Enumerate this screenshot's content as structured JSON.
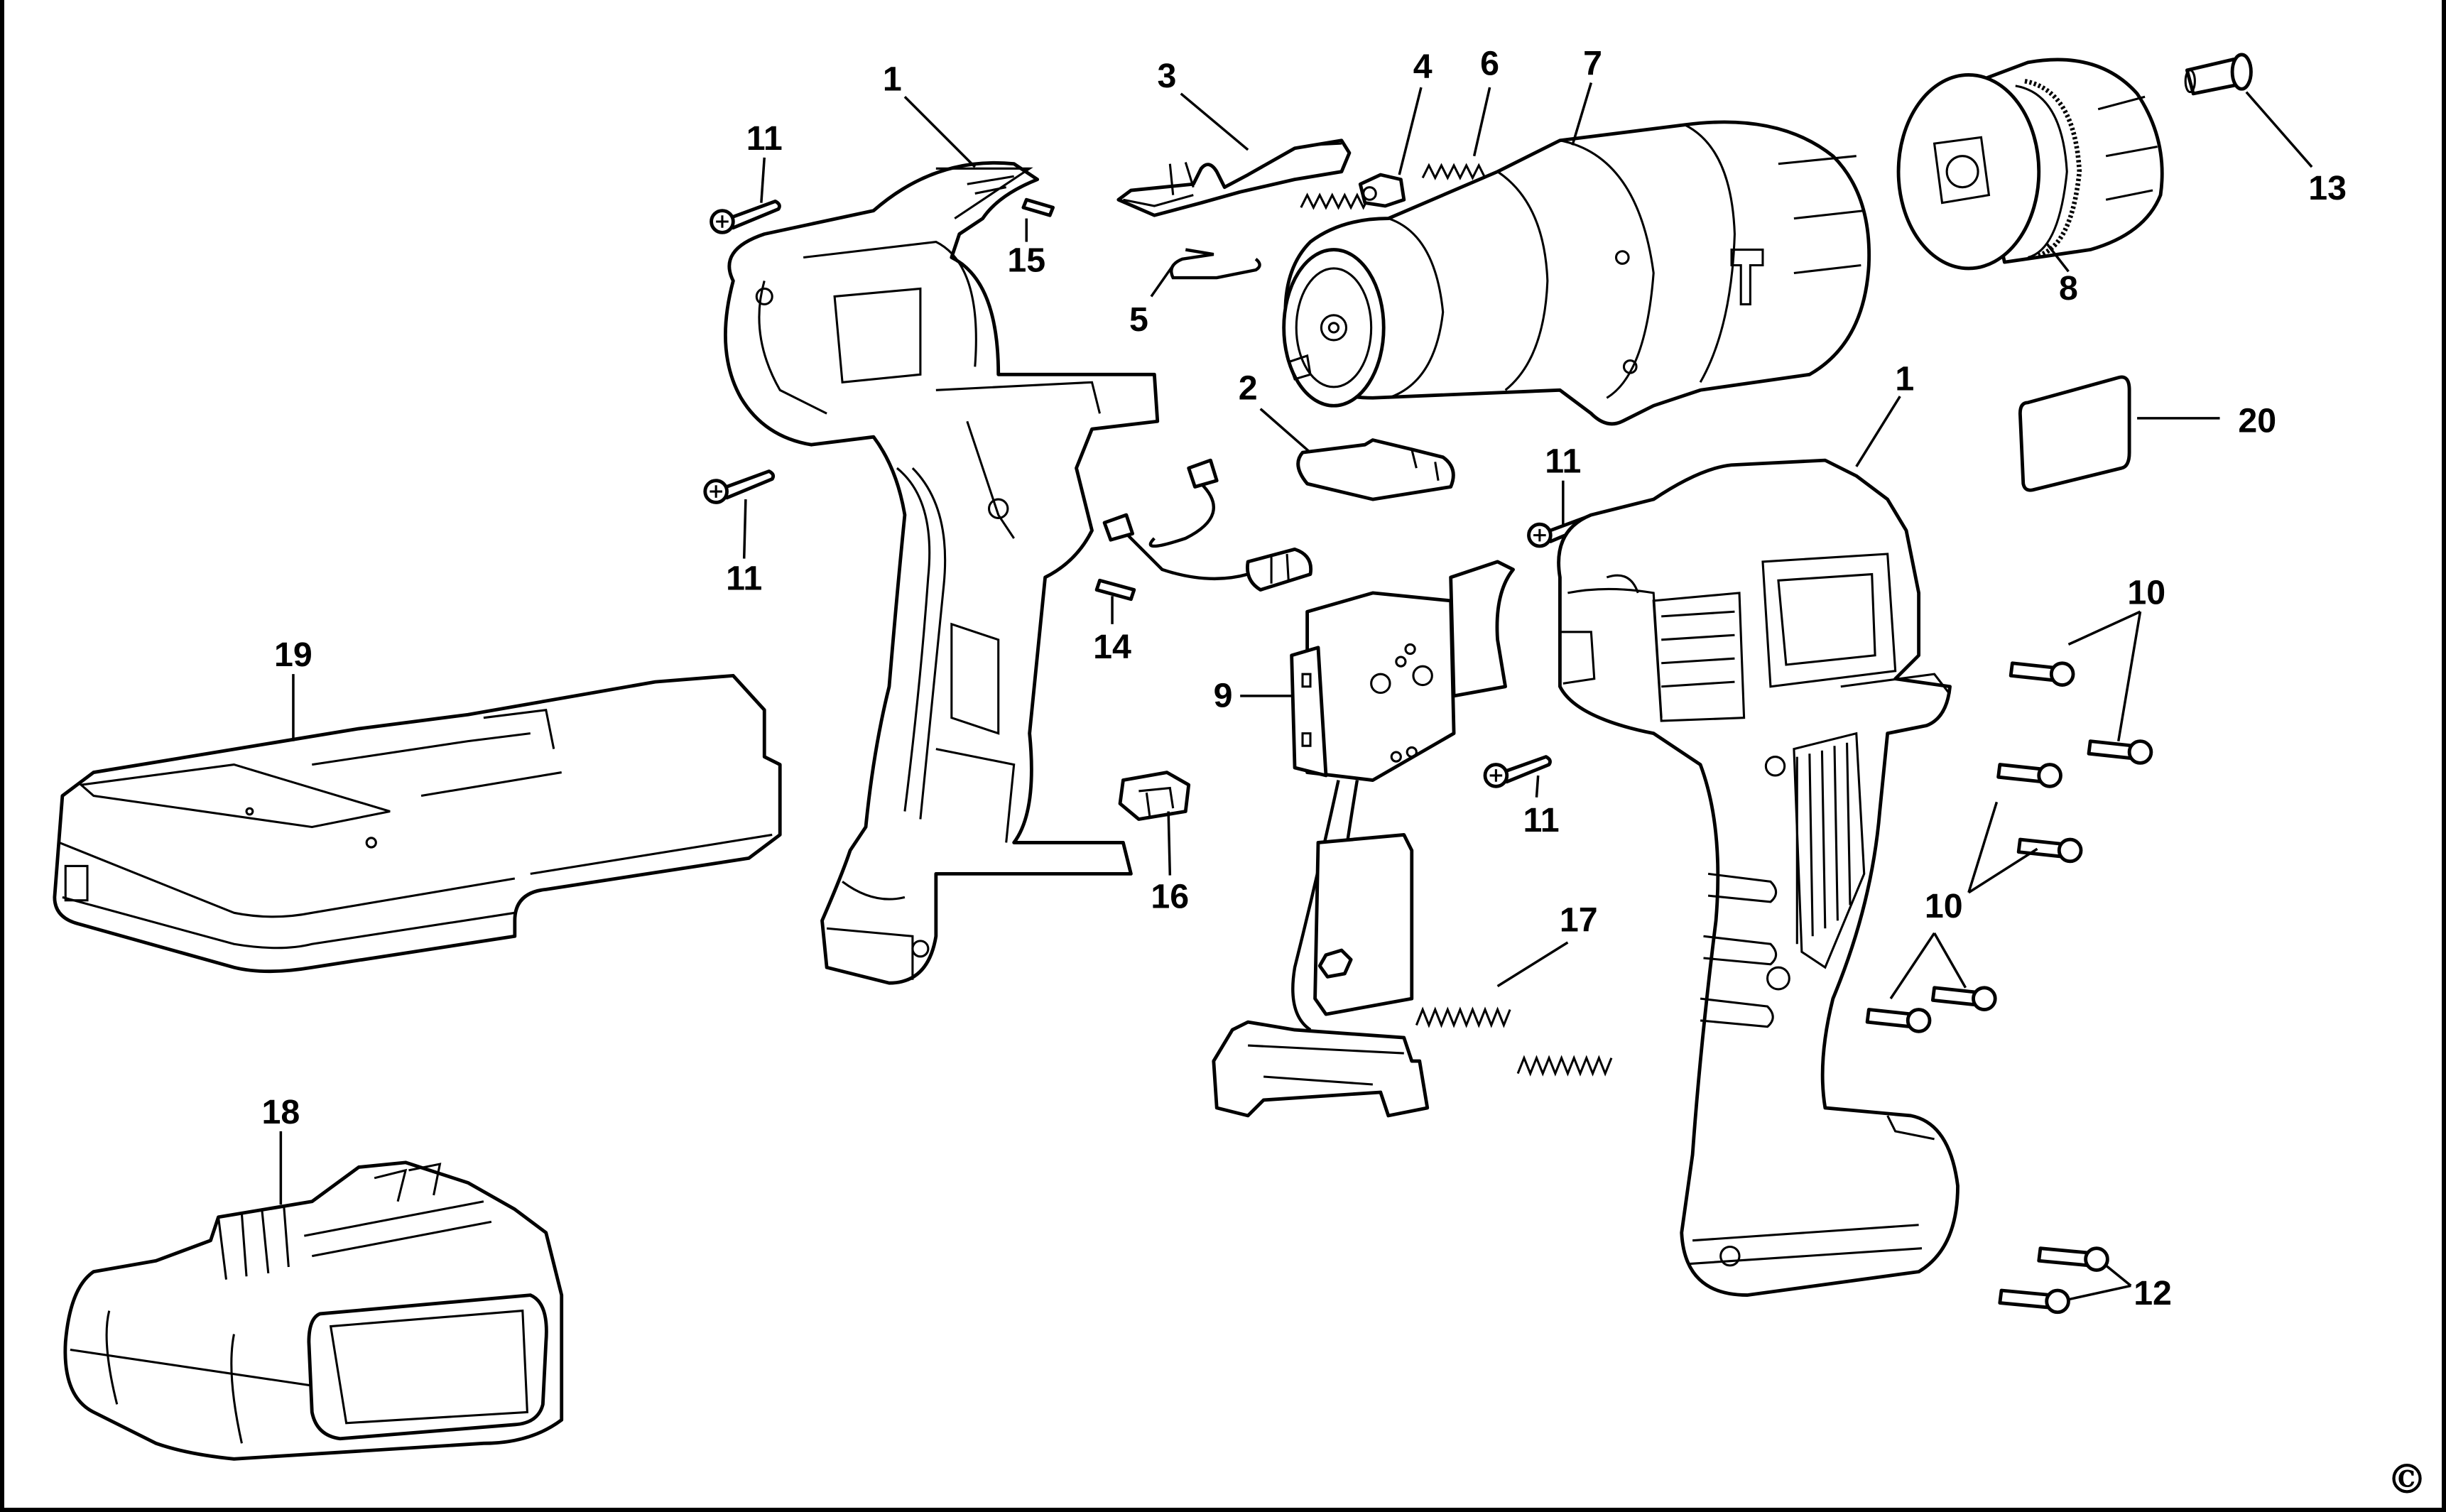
{
  "diagram": {
    "type": "exploded-parts-diagram",
    "subject": "cordless drill",
    "callouts": [
      {
        "id": "c1a",
        "label": "1",
        "part": "housing-half-left"
      },
      {
        "id": "c1b",
        "label": "1",
        "part": "housing-half-right"
      },
      {
        "id": "c2",
        "label": "2",
        "part": "capacitor-block"
      },
      {
        "id": "c3",
        "label": "3",
        "part": "forward-reverse-slider"
      },
      {
        "id": "c4",
        "label": "4",
        "part": "slider-detent"
      },
      {
        "id": "c5",
        "label": "5",
        "part": "wire-spring-clip"
      },
      {
        "id": "c6",
        "label": "6",
        "part": "detent-spring"
      },
      {
        "id": "c7",
        "label": "7",
        "part": "motor-gearbox-assembly"
      },
      {
        "id": "c8",
        "label": "8",
        "part": "keyless-chuck"
      },
      {
        "id": "c9",
        "label": "9",
        "part": "trigger-switch"
      },
      {
        "id": "c10a",
        "label": "10",
        "part": "housing-screws-upper"
      },
      {
        "id": "c10b",
        "label": "10",
        "part": "housing-screws-middle"
      },
      {
        "id": "c10c",
        "label": "10",
        "part": "housing-screws-lower"
      },
      {
        "id": "c11a",
        "label": "11",
        "part": "screw-top-left"
      },
      {
        "id": "c11b",
        "label": "11",
        "part": "screw-mid-left"
      },
      {
        "id": "c11c",
        "label": "11",
        "part": "screw-center-upper"
      },
      {
        "id": "c11d",
        "label": "11",
        "part": "screw-center-lower"
      },
      {
        "id": "c12",
        "label": "12",
        "part": "base-screws"
      },
      {
        "id": "c13",
        "label": "13",
        "part": "chuck-screw"
      },
      {
        "id": "c14",
        "label": "14",
        "part": "pin"
      },
      {
        "id": "c15",
        "label": "15",
        "part": "pin"
      },
      {
        "id": "c16",
        "label": "16",
        "part": "battery-terminal-clip"
      },
      {
        "id": "c17",
        "label": "17",
        "part": "battery-latch-springs"
      },
      {
        "id": "c18",
        "label": "18",
        "part": "battery-pack"
      },
      {
        "id": "c19",
        "label": "19",
        "part": "charger-base"
      },
      {
        "id": "c20",
        "label": "20",
        "part": "label-plate"
      }
    ],
    "copyright_symbol": "©"
  }
}
